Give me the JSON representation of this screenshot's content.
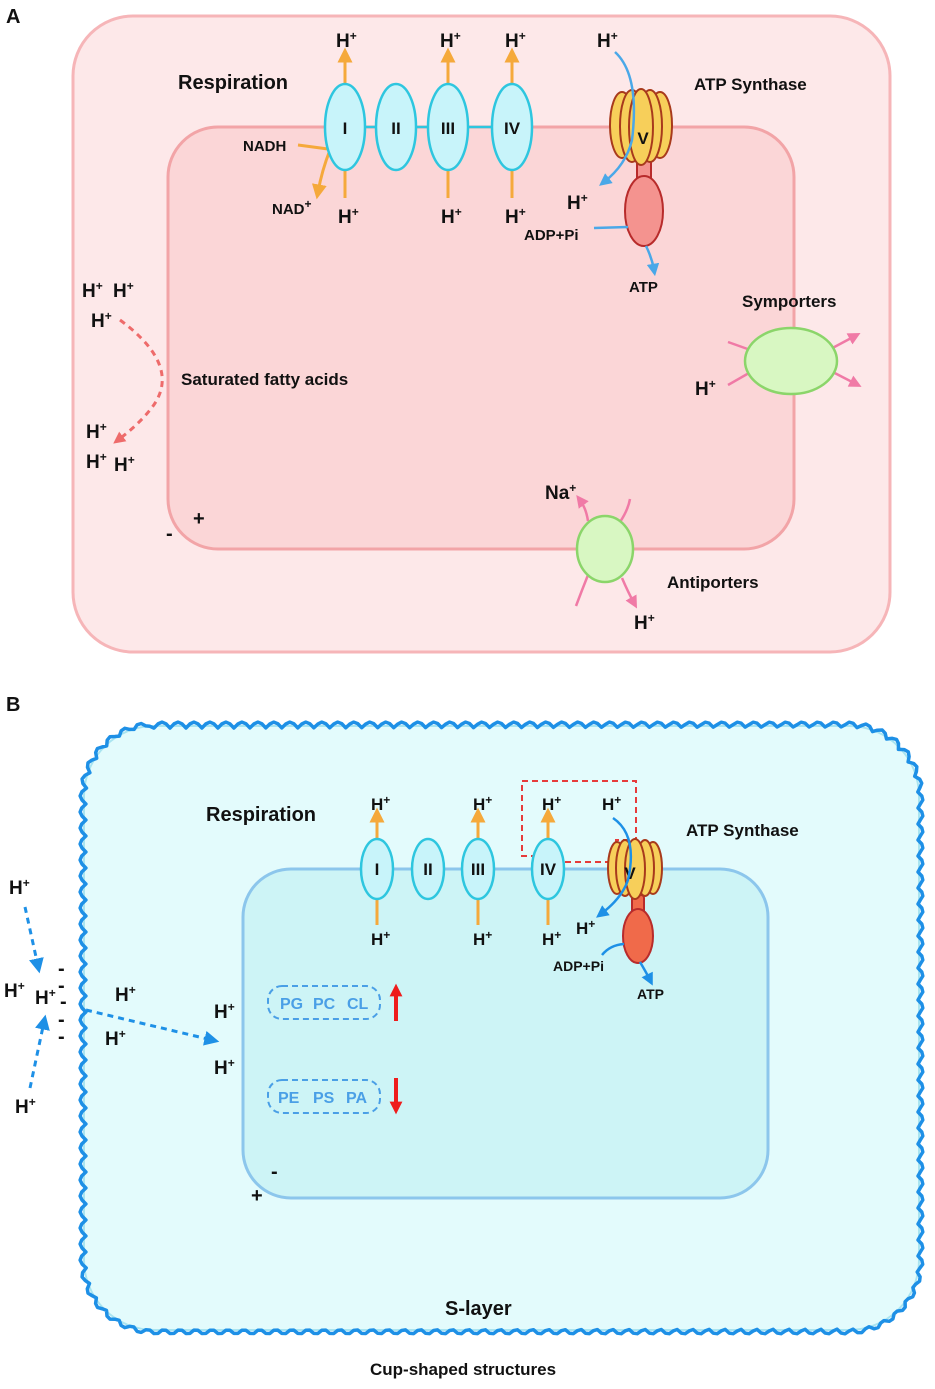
{
  "panel_a": {
    "panel_label": "A",
    "title": "Respiration",
    "complexes": [
      "I",
      "II",
      "III",
      "IV",
      "V"
    ],
    "nadh": "NADH",
    "nad": "NAD",
    "nad_sup": "+",
    "h": "H",
    "h_sup": "+",
    "atp_synthase": "ATP Synthase",
    "adp_pi": "ADP+Pi",
    "atp": "ATP",
    "symporters": "Symporters",
    "antiporters": "Antiporters",
    "na": "Na",
    "saturated_fatty_acids": "Saturated fatty acids",
    "minus": "-",
    "plus": "+",
    "colors": {
      "outer_fill": "#fde8e9",
      "outer_stroke": "#f6b5b8",
      "inner_fill": "#fbd6d7",
      "inner_stroke": "#f2a4a7",
      "orange": "#f5a93b",
      "blue_arrow": "#4aa8e8",
      "pink_arrow": "#f07aa6",
      "red_dashed": "#ee6b6b",
      "complex_fill": "#c8f4fa",
      "complex_stroke": "#2ec6df",
      "transporter_fill": "#d8f7c2",
      "transporter_stroke": "#8bd56a"
    }
  },
  "panel_b": {
    "panel_label": "B",
    "title": "Respiration",
    "complexes": [
      "I",
      "II",
      "III",
      "IV",
      "V"
    ],
    "h": "H",
    "h_sup": "+",
    "atp_synthase": "ATP Synthase",
    "adp_pi": "ADP+Pi",
    "atp": "ATP",
    "lipids_up": [
      "PG",
      "PC",
      "CL"
    ],
    "lipids_down": [
      "PE",
      "PS",
      "PA"
    ],
    "s_layer": "S-layer",
    "cup_shaped": "Cup-shaped structures",
    "minus": "-",
    "plus": "+",
    "colors": {
      "outer_fill": "#e3fbfc",
      "scallop": "#1e90e6",
      "inner_fill": "#cdf4f6",
      "inner_stroke": "#8cc6ec",
      "red_box": "#e63b3b",
      "red_arrow": "#ee1c1c",
      "synthase_body": "#f06a4a"
    }
  }
}
